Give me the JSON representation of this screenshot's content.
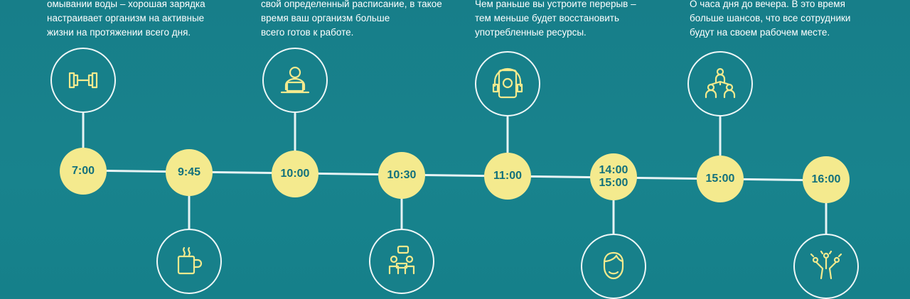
{
  "descriptions": [
    "омывании воды – хорошая зарядка\nнастраивает организм на активные\nжизни на протяжении всего дня.",
    "свой определенный расписание, в такое\nвремя ваш организм больше\nвсего готов к работе.",
    "Чем раньше вы устроите перерыв –\nтем меньше будет восстановить\nупотребленные ресурсы.",
    "О часа дня до вечера. В это время\nбольше шансов, что все сотрудники\nбудут на своем рабочем месте."
  ],
  "timeline": [
    {
      "time": "7:00",
      "icon": "dumbbell-icon",
      "position": "top"
    },
    {
      "time": "9:45",
      "icon": "coffee-mug-icon",
      "position": "bottom"
    },
    {
      "time": "10:00",
      "icon": "person-laptop-icon",
      "position": "top"
    },
    {
      "time": "10:30",
      "icon": "meeting-chat-icon",
      "position": "bottom"
    },
    {
      "time": "11:00",
      "icon": "tablet-headphones-icon",
      "position": "top"
    },
    {
      "time": "14:00\n15:00",
      "icon": "face-icon",
      "position": "bottom"
    },
    {
      "time": "15:00",
      "icon": "team-hierarchy-icon",
      "position": "top"
    },
    {
      "time": "16:00",
      "icon": "idea-brain-icon",
      "position": "bottom"
    }
  ],
  "colors": {
    "background": "#17808a",
    "node": "#f4ea8e",
    "node_text": "#12707c",
    "line": "#e6f3f4"
  }
}
